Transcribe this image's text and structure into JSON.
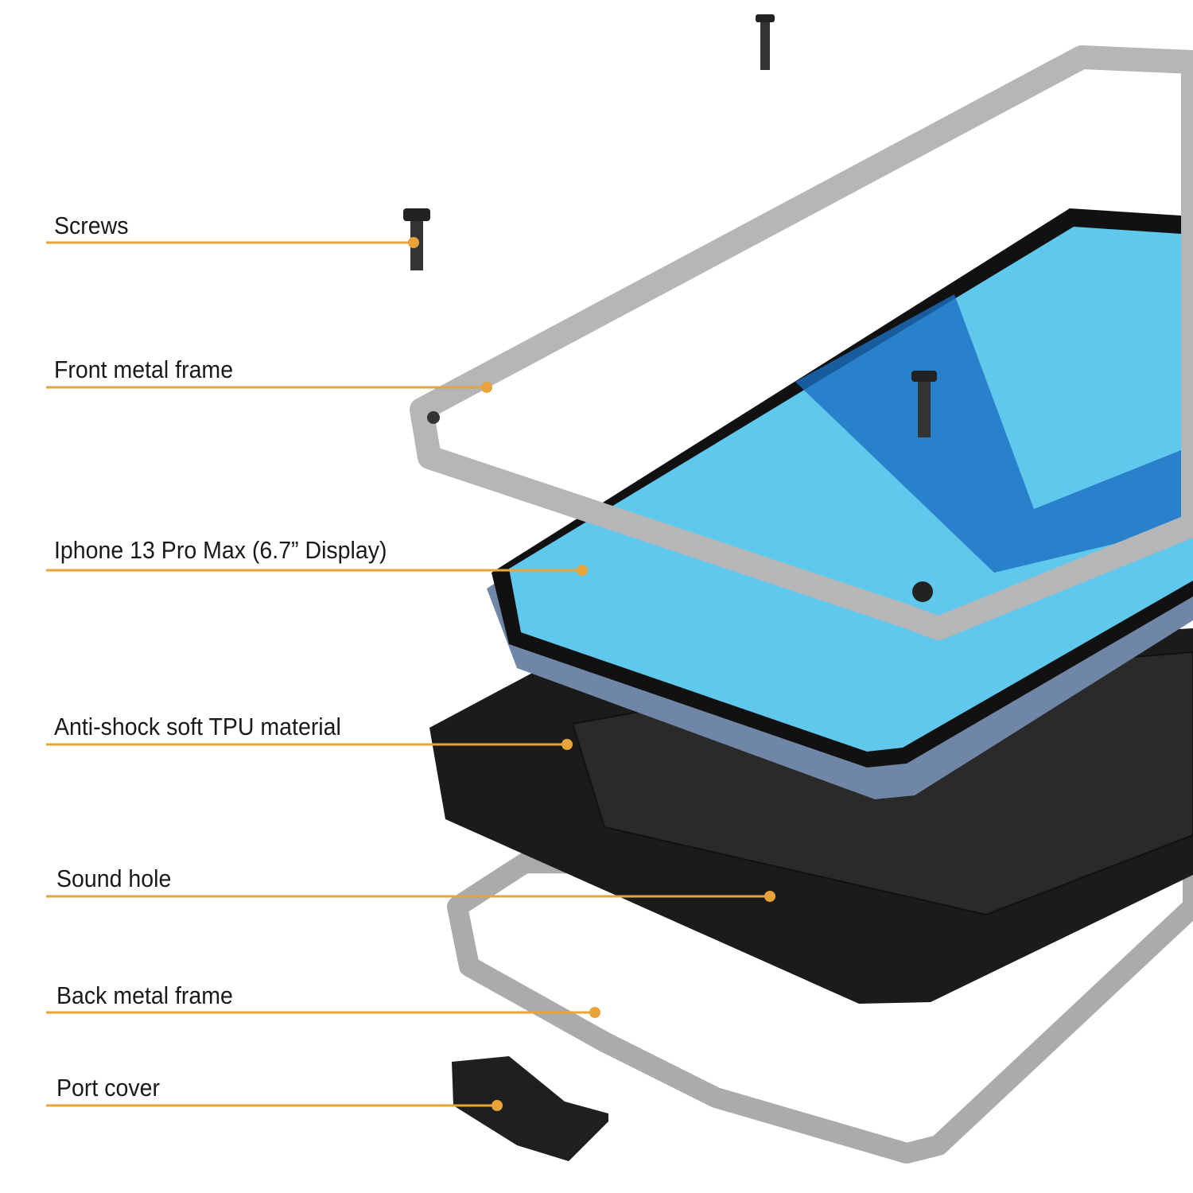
{
  "accent_color": "#E8A33A",
  "labels": [
    {
      "id": "screws",
      "text": "Screws"
    },
    {
      "id": "front-frame",
      "text": "Front metal frame"
    },
    {
      "id": "iphone",
      "text": "Iphone 13 Pro Max (6.7” Display)"
    },
    {
      "id": "tpu",
      "text": "Anti-shock soft TPU material"
    },
    {
      "id": "sound-hole",
      "text": "Sound hole"
    },
    {
      "id": "back-frame",
      "text": "Back metal frame"
    },
    {
      "id": "port-cover",
      "text": "Port cover"
    }
  ]
}
